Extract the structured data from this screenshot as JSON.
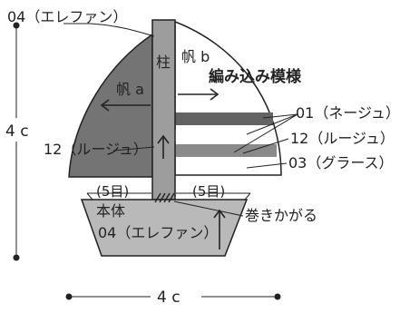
{
  "labels": {
    "mast_color": "04（エレファン）",
    "mast": "柱",
    "sail_a": "帆 a",
    "sail_b": "帆 b",
    "pattern": "編み込み模様",
    "stripe1": "01（ネージュ）",
    "stripe2": "12（ルージュ）",
    "stripe3": "03（グラース）",
    "sail_a_color": "12（ルージュ）",
    "hull_left_width": "(5目)",
    "hull_right_width": "(5目)",
    "hull": "本体",
    "hull_color": "04（エレファン）",
    "wrap_stitch": "巻きかがる",
    "height": "4 c",
    "width": "4 c"
  },
  "colors": {
    "sail_a": "#747474",
    "sail_b": "#ffffff",
    "mast": "#9d9d9d",
    "hull": "#b9b9b9",
    "stripe_dark": "#636363",
    "stripe_mid": "#8a8a8a",
    "outline": "#222222"
  }
}
